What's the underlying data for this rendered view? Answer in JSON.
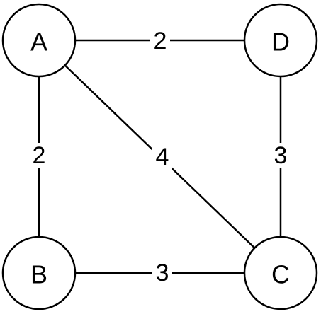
{
  "graph": {
    "nodes": [
      {
        "id": "A",
        "label": "A"
      },
      {
        "id": "D",
        "label": "D"
      },
      {
        "id": "B",
        "label": "B"
      },
      {
        "id": "C",
        "label": "C"
      }
    ],
    "edges": [
      {
        "from": "A",
        "to": "D",
        "weight": "2"
      },
      {
        "from": "A",
        "to": "B",
        "weight": "2"
      },
      {
        "from": "A",
        "to": "C",
        "weight": "4"
      },
      {
        "from": "D",
        "to": "C",
        "weight": "3"
      },
      {
        "from": "B",
        "to": "C",
        "weight": "3"
      }
    ]
  }
}
